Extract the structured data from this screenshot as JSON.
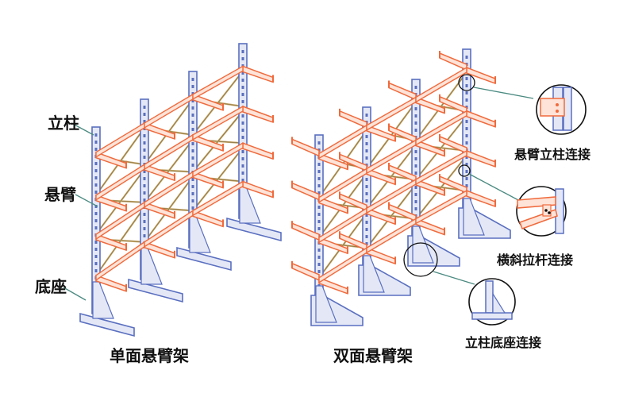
{
  "labels": {
    "column": "立柱",
    "arm": "悬臂",
    "base": "底座",
    "single_sided": "单面悬臂架",
    "double_sided": "双面悬臂架",
    "detail_arm_column": "悬臂立柱连接",
    "detail_brace": "横斜拉杆连接",
    "detail_column_base": "立柱底座连接"
  },
  "colors": {
    "column": "#5a6fc0",
    "column_fill": "#e4e8f6",
    "arm": "#f06a3c",
    "arm_fill": "#fde3d8",
    "brace": "#c8a868",
    "leader": "#4a8a80",
    "text": "#111111"
  }
}
